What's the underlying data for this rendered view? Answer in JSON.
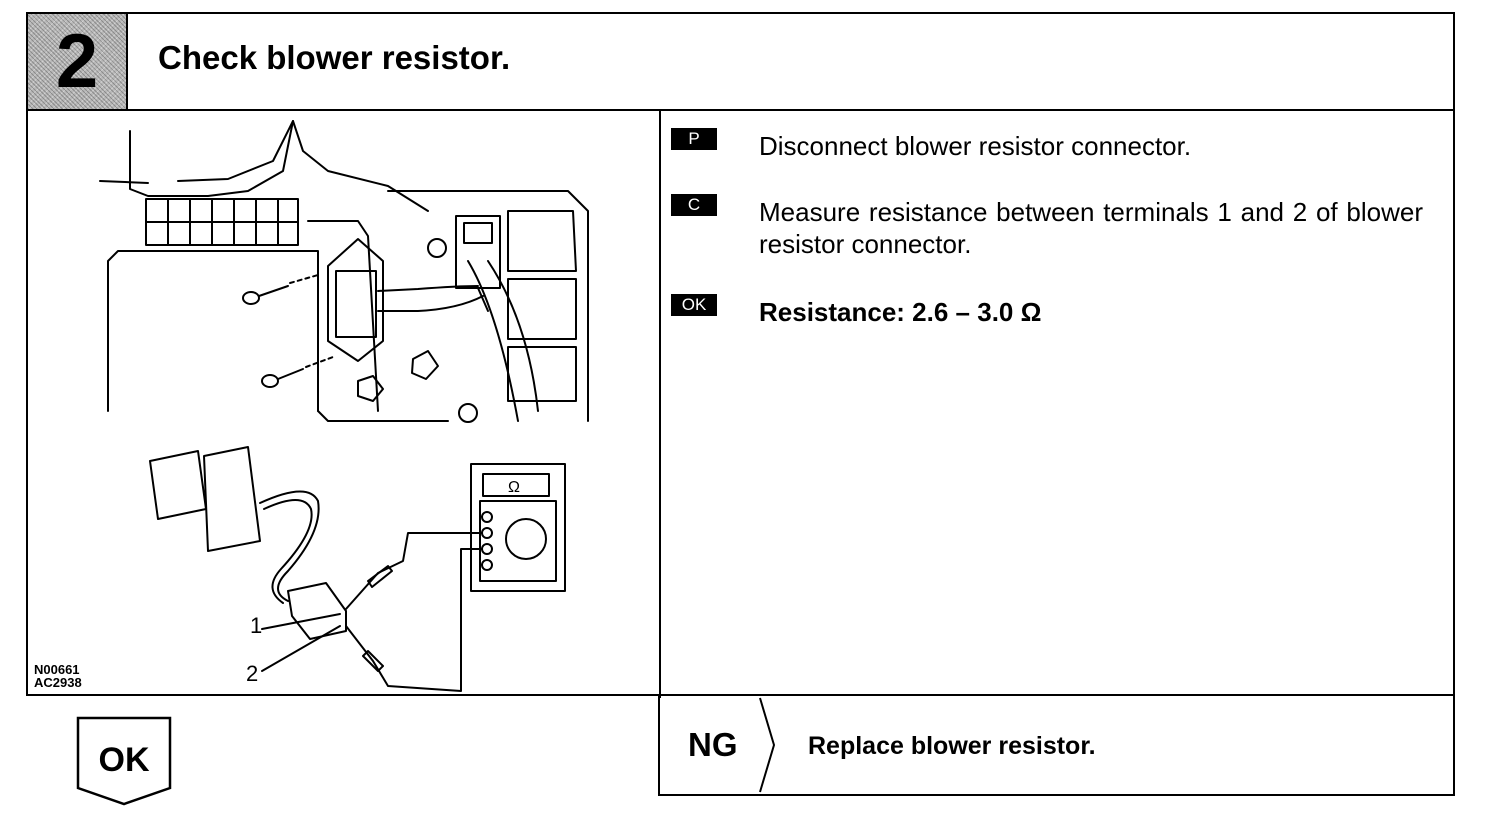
{
  "header": {
    "step_number": "2",
    "title": "Check blower resistor."
  },
  "illustration": {
    "terminal_1": "1",
    "terminal_2": "2",
    "ohm_symbol": "Ω",
    "figure_codes": [
      "N00661",
      "AC2938"
    ]
  },
  "steps": [
    {
      "badge": "P",
      "text": "Disconnect blower resistor connector."
    },
    {
      "badge": "C",
      "text": "Measure resistance between terminals 1 and 2 of blower resistor connector."
    },
    {
      "badge": "OK",
      "text": "Resistance:   2.6 – 3.0 Ω"
    }
  ],
  "results": {
    "ok_label": "OK",
    "ng_label": "NG",
    "ng_action": "Replace blower resistor."
  }
}
